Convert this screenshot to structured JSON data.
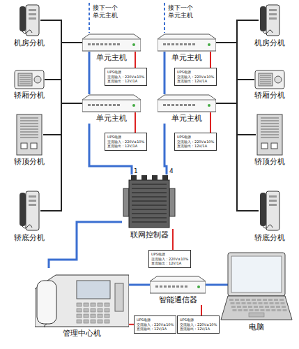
{
  "diagram": {
    "nodes": [
      {
        "text": [
          "机房分机"
        ]
      },
      {
        "text": [
          "轿厢分机"
        ]
      },
      {
        "text": [
          "轿顶分机"
        ]
      },
      {
        "text": [
          "轿底分机"
        ]
      },
      {
        "text": [
          "单元主机"
        ]
      },
      {
        "text": [
          "UPS电源",
          "交流输入：220V±10%",
          "直流输出：12V/1A"
        ]
      },
      {
        "text": [
          "单元主机"
        ]
      },
      {
        "text": [
          "UPS电源",
          "交流输入：220V±10%",
          "直流输出：12V/1A"
        ]
      },
      {
        "text": [
          "单元主机"
        ]
      },
      {
        "text": [
          "UPS电源",
          "交流输入：220V±10%",
          "直流输出：12V/1A"
        ]
      },
      {
        "text": [
          "单元主机"
        ]
      },
      {
        "text": [
          "UPS电源",
          "交流输入：220V±10%",
          "直流输出：12V/1A"
        ]
      },
      {
        "text": [
          "机房分机"
        ]
      },
      {
        "text": [
          "轿厢分机"
        ]
      },
      {
        "text": [
          "轿顶分机"
        ]
      },
      {
        "text": [
          "轿底分机"
        ]
      },
      {
        "text": [
          "联网控制器"
        ]
      },
      {
        "text": [
          "UPS电源",
          "交流输入：220V±10%",
          "直流输出：12V/1A"
        ]
      },
      {
        "text": [
          "管理中心机"
        ]
      },
      {
        "text": [
          "UPS电源",
          "交流输入：220V±10%",
          "直流输出：12V/1A"
        ]
      },
      {
        "text": [
          "智能通信器"
        ]
      },
      {
        "text": [
          "UPS电源",
          "交流输入：220V±10%",
          "直流输出：12V/1A"
        ]
      },
      {
        "text": [
          "电脑"
        ]
      }
    ],
    "edges": [
      {
        "from": 0,
        "to": 4,
        "arrow": "none"
      },
      {
        "from": 1,
        "to": 4,
        "arrow": "none"
      },
      {
        "from": 2,
        "to": 6,
        "arrow": "none"
      },
      {
        "from": 3,
        "to": 6,
        "arrow": "none"
      },
      {
        "from": 12,
        "to": 8,
        "arrow": "none"
      },
      {
        "from": 13,
        "to": 8,
        "arrow": "none"
      },
      {
        "from": 14,
        "to": 10,
        "arrow": "none"
      },
      {
        "from": 15,
        "to": 10,
        "arrow": "none"
      },
      {
        "from": 4,
        "to": 6,
        "arrow": "none"
      },
      {
        "from": 8,
        "to": 10,
        "arrow": "none"
      },
      {
        "from": 4,
        "to": 5,
        "arrow": "none"
      },
      {
        "from": 6,
        "to": 7,
        "arrow": "none"
      },
      {
        "from": 8,
        "to": 9,
        "arrow": "none"
      },
      {
        "from": 10,
        "to": 11,
        "arrow": "none"
      },
      {
        "from": 6,
        "to": 16,
        "arrow": "none"
      },
      {
        "from": 10,
        "to": 16,
        "arrow": "none"
      },
      {
        "from": 16,
        "to": 17,
        "arrow": "none"
      },
      {
        "from": 16,
        "to": 18,
        "arrow": "none"
      },
      {
        "from": 18,
        "to": 19,
        "arrow": "none"
      },
      {
        "from": 18,
        "to": 20,
        "arrow": "none"
      },
      {
        "from": 20,
        "to": 21,
        "arrow": "none"
      },
      {
        "from": 20,
        "to": 22,
        "arrow": "none"
      }
    ],
    "labels": [
      "接下一个单元主机",
      "接下一个单元主机",
      "1",
      "4"
    ]
  }
}
